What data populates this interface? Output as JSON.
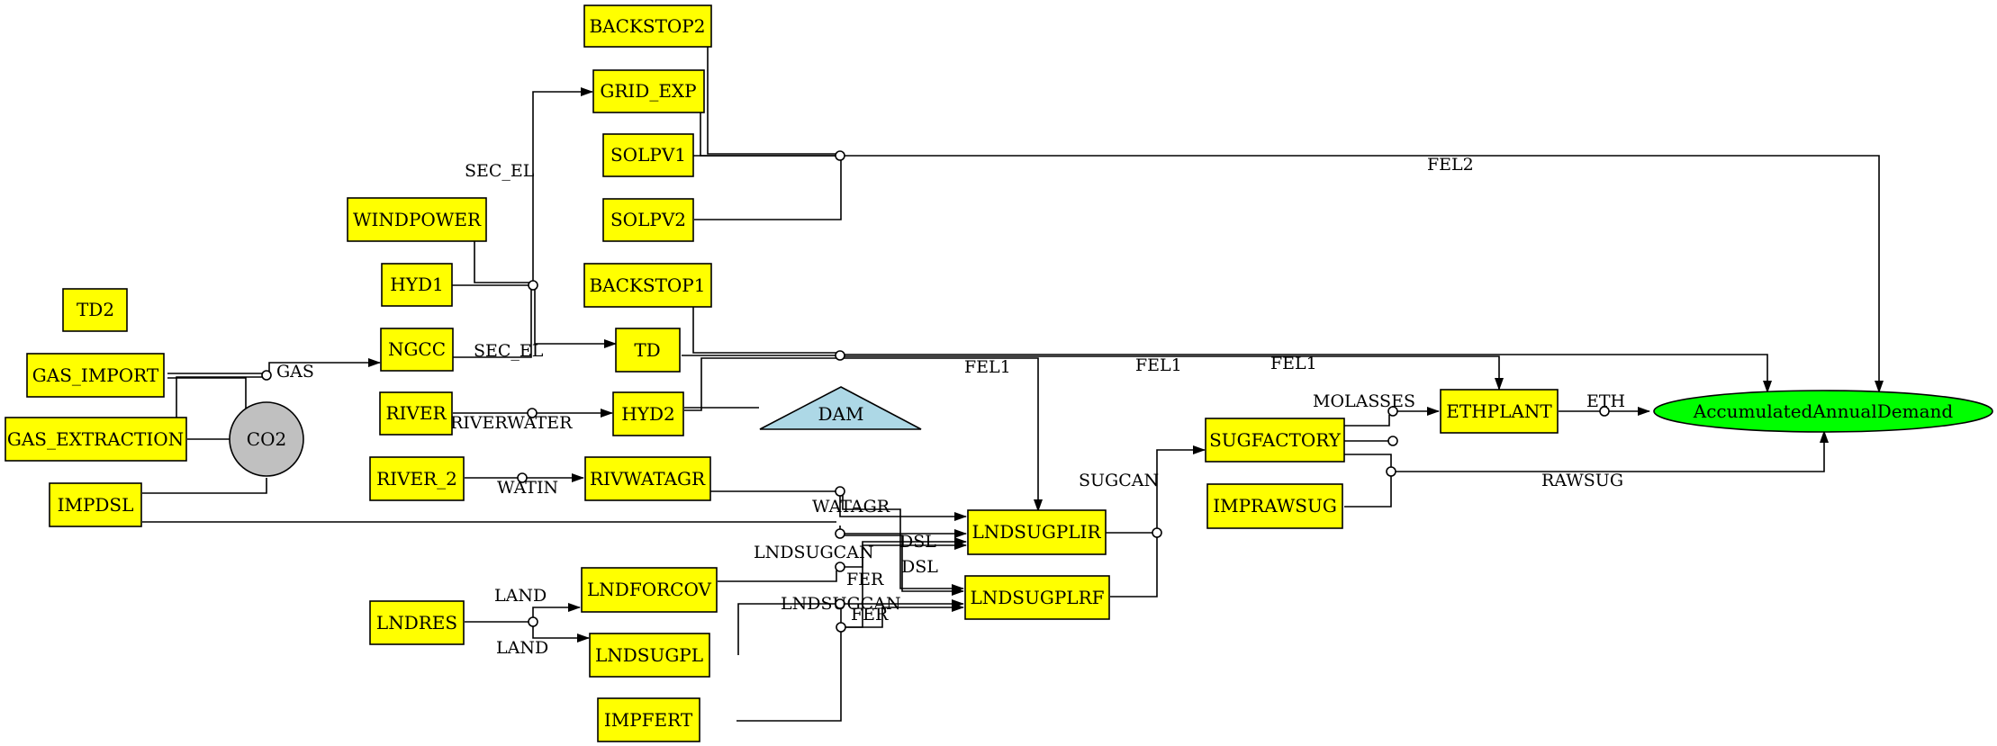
{
  "colors": {
    "process": "#ffff00",
    "emission": "#c0c0c0",
    "storage": "#add8e6",
    "demand": "#00ff00",
    "line": "#000000"
  },
  "nodes": {
    "backstop2": "BACKSTOP2",
    "grid_exp": "GRID_EXP",
    "solpv1": "SOLPV1",
    "solpv2": "SOLPV2",
    "windpower": "WINDPOWER",
    "hyd1": "HYD1",
    "backstop1": "BACKSTOP1",
    "td2": "TD2",
    "gas_import": "GAS_IMPORT",
    "ngcc": "NGCC",
    "td": "TD",
    "gas_extraction": "GAS_EXTRACTION",
    "co2": "CO2",
    "river": "RIVER",
    "hyd2": "HYD2",
    "dam": "DAM",
    "river_2": "RIVER_2",
    "rivwatagr": "RIVWATAGR",
    "impdsl": "IMPDSL",
    "lndsugplir": "LNDSUGPLIR",
    "lndres": "LNDRES",
    "lndforcov": "LNDFORCOV",
    "lndsugplrf": "LNDSUGPLRF",
    "lndsugpl": "LNDSUGPL",
    "impfert": "IMPFERT",
    "sugfactory": "SUGFACTORY",
    "ethplant": "ETHPLANT",
    "imprawsug": "IMPRAWSUG",
    "demand": "AccumulatedAnnualDemand"
  },
  "edge_labels": {
    "fel2": "FEL2",
    "sec_el_upper": "SEC_EL",
    "sec_el_lower": "SEC_EL",
    "gas": "GAS",
    "fel1_a": "FEL1",
    "fel1_b": "FEL1",
    "fel1_c": "FEL1",
    "riverwater": "RIVERWATER",
    "watin": "WATIN",
    "watagr": "WATAGR",
    "dsl_a": "DSL",
    "dsl_b": "DSL",
    "lndsugcan_a": "LNDSUGCAN",
    "lndsugcan_b": "LNDSUGCAN",
    "fer_a": "FER",
    "fer_b": "FER",
    "land_a": "LAND",
    "land_b": "LAND",
    "molasses": "MOLASSES",
    "eth": "ETH",
    "sugcan": "SUGCAN",
    "rawsug": "RAWSUG"
  }
}
